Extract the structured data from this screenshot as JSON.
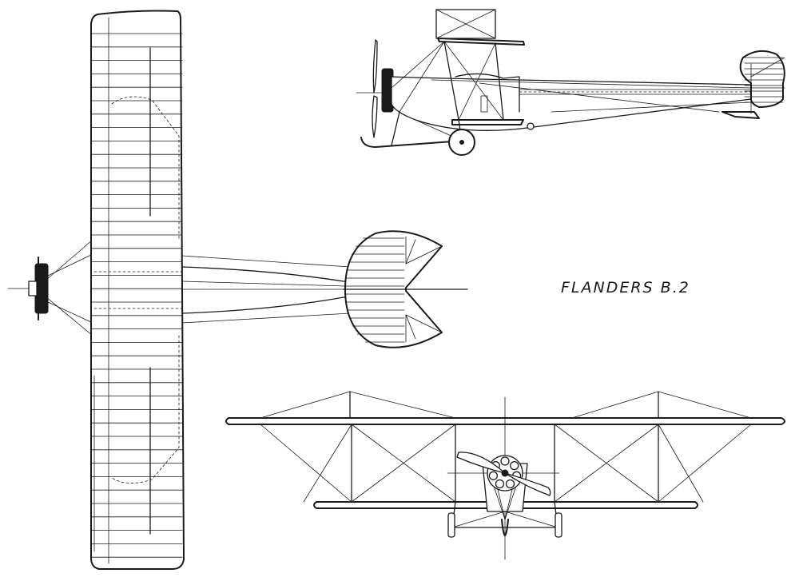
{
  "drawing": {
    "title": "FLANDERS B.2",
    "ink_color": "#1a1a1a",
    "paper_color": "#ffffff",
    "views": [
      "plan",
      "side",
      "front"
    ]
  }
}
